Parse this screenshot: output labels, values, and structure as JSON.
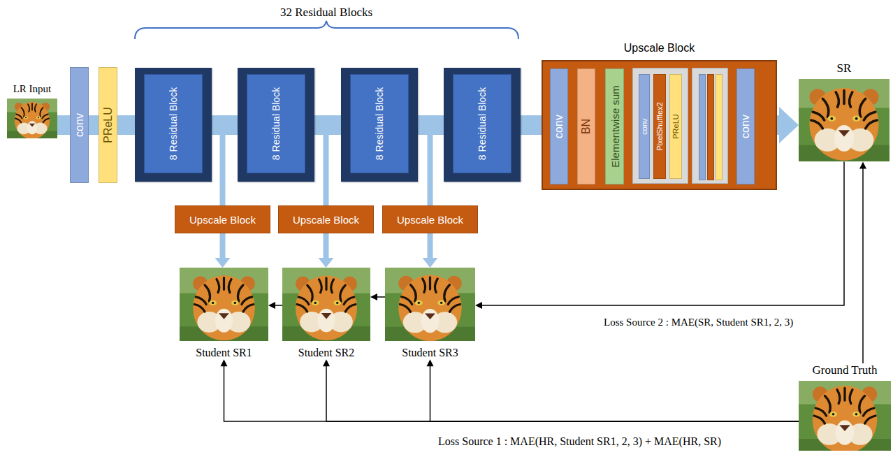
{
  "diagram": {
    "nodes": [
      {
        "text": [
          "LR Input"
        ]
      },
      {
        "text": [
          "conv"
        ]
      },
      {
        "text": [
          "PReLU"
        ]
      },
      {
        "text": [
          "8 Residual Block"
        ]
      },
      {
        "text": [
          "8 Residual Block"
        ]
      },
      {
        "text": [
          "8 Residual Block"
        ]
      },
      {
        "text": [
          "8 Residual Block"
        ]
      },
      {
        "text": [
          "Upscale Block"
        ]
      },
      {
        "text": [
          "conv"
        ],
        "in": 7
      },
      {
        "text": [
          "BN"
        ],
        "in": 7
      },
      {
        "text": [
          "Elementwise sum"
        ],
        "in": 7
      },
      {
        "text": [
          "conv"
        ],
        "in": 7
      },
      {
        "text": [
          "PixelShufflex2"
        ],
        "in": 7
      },
      {
        "text": [
          "PReLU"
        ],
        "in": 7
      },
      {
        "text": [
          "conv"
        ],
        "in": 7
      },
      {
        "text": [
          "SR"
        ]
      },
      {
        "text": [
          "Upscale Block"
        ]
      },
      {
        "text": [
          "Upscale Block"
        ]
      },
      {
        "text": [
          "Upscale Block"
        ]
      },
      {
        "text": [
          "Student SR1"
        ]
      },
      {
        "text": [
          "Student SR2"
        ]
      },
      {
        "text": [
          "Student SR3"
        ]
      },
      {
        "text": [
          "Ground Truth"
        ]
      }
    ],
    "edges": [
      {
        "from": 0,
        "to": 1,
        "arrow": "none"
      },
      {
        "from": 1,
        "to": 2,
        "arrow": "none"
      },
      {
        "from": 2,
        "to": 3,
        "arrow": "none"
      },
      {
        "from": 3,
        "to": 4,
        "arrow": "none"
      },
      {
        "from": 4,
        "to": 5,
        "arrow": "none"
      },
      {
        "from": 5,
        "to": 6,
        "arrow": "none"
      },
      {
        "from": 6,
        "to": 7,
        "arrow": "none"
      },
      {
        "from": 7,
        "to": 15,
        "arrow": "to"
      },
      {
        "from": 3,
        "to": 16,
        "arrow": "none"
      },
      {
        "from": 4,
        "to": 17,
        "arrow": "none"
      },
      {
        "from": 5,
        "to": 18,
        "arrow": "none"
      },
      {
        "from": 16,
        "to": 19,
        "arrow": "to"
      },
      {
        "from": 17,
        "to": 20,
        "arrow": "to"
      },
      {
        "from": 18,
        "to": 21,
        "arrow": "to"
      },
      {
        "from": 15,
        "to": 21,
        "arrow": "to"
      },
      {
        "from": 21,
        "to": 20,
        "arrow": "to"
      },
      {
        "from": 20,
        "to": 19,
        "arrow": "to"
      },
      {
        "from": 22,
        "to": 15,
        "arrow": "to"
      },
      {
        "from": 22,
        "to": 19,
        "arrow": "to"
      },
      {
        "from": 22,
        "to": 20,
        "arrow": "to"
      },
      {
        "from": 22,
        "to": 21,
        "arrow": "to"
      }
    ],
    "labels": [
      "32 Residual Blocks",
      "Loss Source 2 : MAE(SR, Student SR1, 2, 3)",
      "Loss Source 1 : MAE(HR, Student SR1, 2, 3) + MAE(HR, SR)"
    ]
  }
}
